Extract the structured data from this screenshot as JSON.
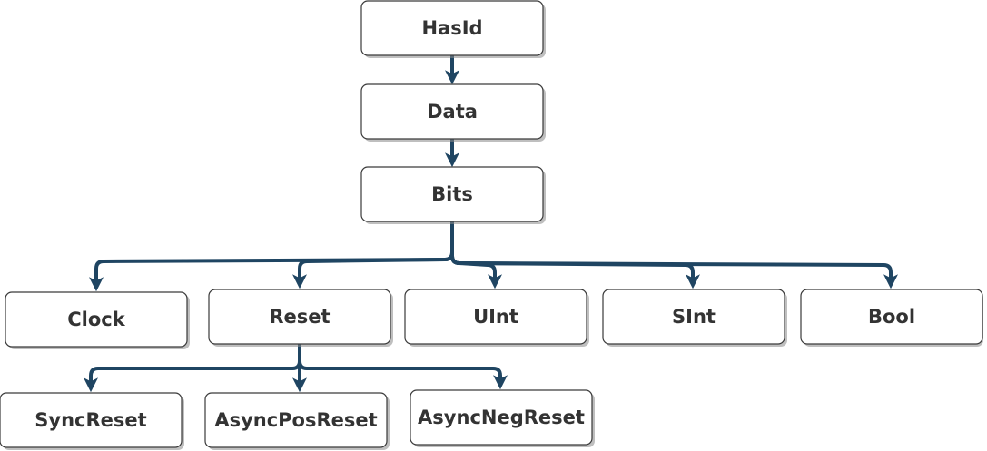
{
  "diagram": {
    "type": "class-hierarchy-tree",
    "edge_color": "#1f4562",
    "node_border_color": "#3a3a3a",
    "nodes": {
      "hasid": "HasId",
      "data": "Data",
      "bits": "Bits",
      "clock": "Clock",
      "reset": "Reset",
      "uint": "UInt",
      "sint": "SInt",
      "bool": "Bool",
      "syncreset": "SyncReset",
      "asyncposreset": "AsyncPosReset",
      "asyncnegreset": "AsyncNegReset"
    },
    "edges": [
      {
        "from": "HasId",
        "to": "Data"
      },
      {
        "from": "Data",
        "to": "Bits"
      },
      {
        "from": "Bits",
        "to": "Clock"
      },
      {
        "from": "Bits",
        "to": "Reset"
      },
      {
        "from": "Bits",
        "to": "UInt"
      },
      {
        "from": "Bits",
        "to": "SInt"
      },
      {
        "from": "Bits",
        "to": "Bool"
      },
      {
        "from": "Reset",
        "to": "SyncReset"
      },
      {
        "from": "Reset",
        "to": "AsyncPosReset"
      },
      {
        "from": "Reset",
        "to": "AsyncNegReset"
      }
    ]
  }
}
